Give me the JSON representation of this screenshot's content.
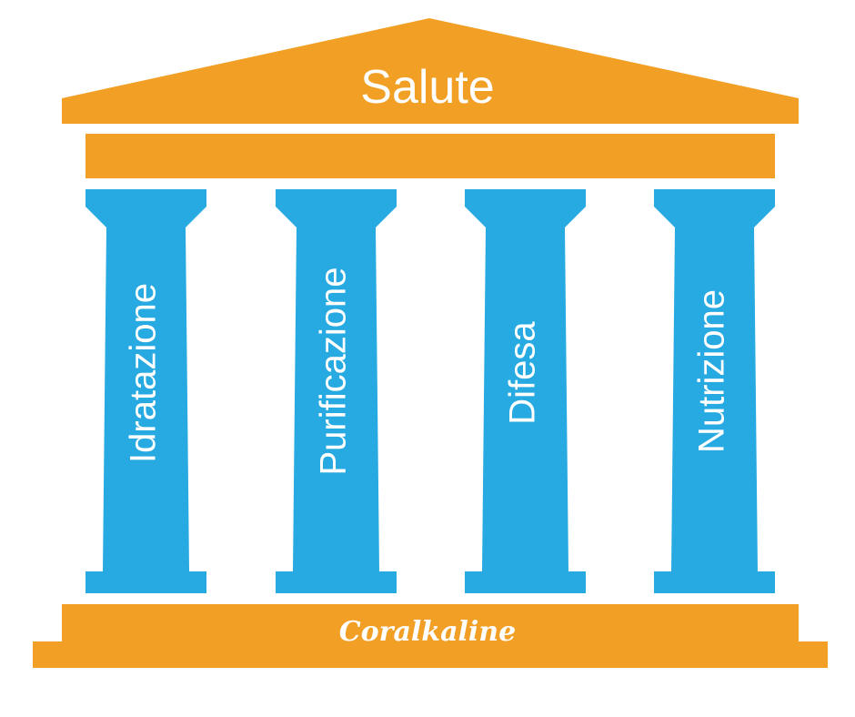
{
  "roof": {
    "title": "Salute"
  },
  "pillars": [
    {
      "label": "Idratazione"
    },
    {
      "label": "Purificazione"
    },
    {
      "label": "Difesa"
    },
    {
      "label": "Nutrizione"
    }
  ],
  "base": {
    "brand": "Coralkaline"
  },
  "colors": {
    "orange": "#F29F26",
    "blue": "#27A9E1",
    "text": "#FFFFFF"
  }
}
